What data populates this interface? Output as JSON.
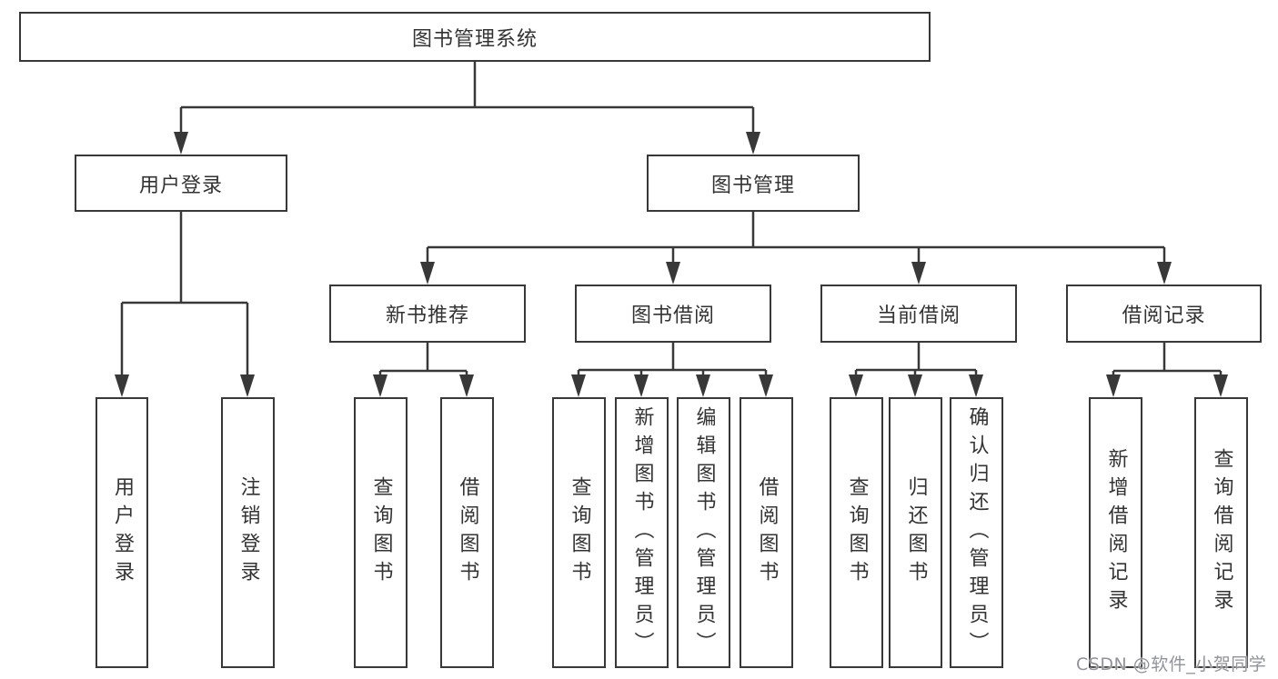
{
  "diagram": {
    "type": "hierarchy-tree",
    "watermark": "CSDN @软件_小贺同学",
    "colors": {
      "line": "#383838",
      "box_border": "#383838",
      "text": "#333333",
      "box_background": "#ffffff",
      "page_background": "#ffffff",
      "watermark_text": "#90939a"
    },
    "root": {
      "label": "图书管理系统",
      "children": [
        {
          "label": "用户登录",
          "children": [
            {
              "label": "用户登录"
            },
            {
              "label": "注销登录"
            }
          ]
        },
        {
          "label": "图书管理",
          "children": [
            {
              "label": "新书推荐",
              "children": [
                {
                  "label": "查询图书"
                },
                {
                  "label": "借阅图书"
                }
              ]
            },
            {
              "label": "图书借阅",
              "children": [
                {
                  "label": "查询图书"
                },
                {
                  "label": "新增图书（管理员）"
                },
                {
                  "label": "编辑图书（管理员）"
                },
                {
                  "label": "借阅图书"
                }
              ]
            },
            {
              "label": "当前借阅",
              "children": [
                {
                  "label": "查询图书"
                },
                {
                  "label": "归还图书"
                },
                {
                  "label": "确认归还（管理员）"
                }
              ]
            },
            {
              "label": "借阅记录",
              "children": [
                {
                  "label": "新增借阅记录"
                },
                {
                  "label": "查询借阅记录"
                }
              ]
            }
          ]
        }
      ]
    }
  }
}
